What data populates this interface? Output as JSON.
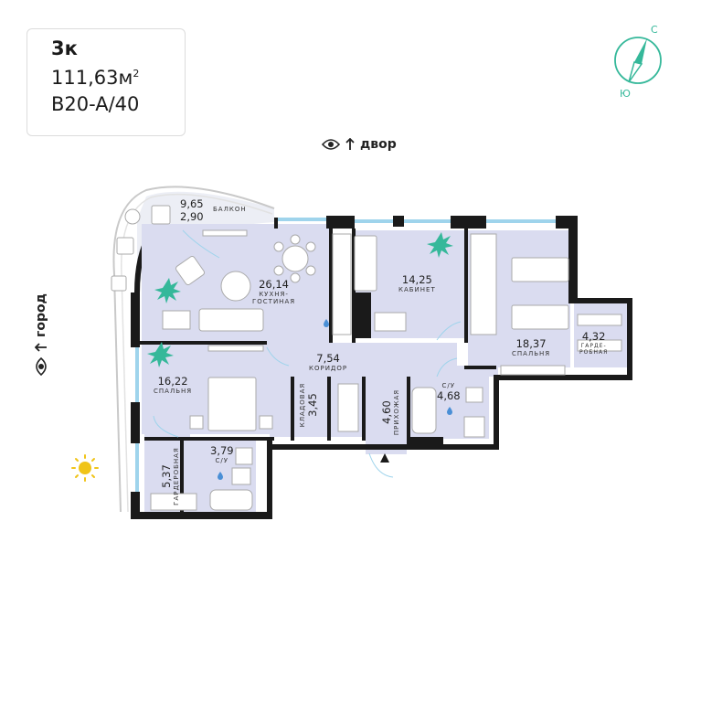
{
  "header": {
    "rooms": "3к",
    "area": "111,63м",
    "area_sup": "2",
    "code": "B20-A/40"
  },
  "views": {
    "top": "двор",
    "left": "город"
  },
  "compass": {
    "north": "С",
    "south": "Ю"
  },
  "rooms": {
    "balcony": {
      "area_a": "9,65",
      "area_b": "2,90",
      "name": "БАЛКОН"
    },
    "kitchen": {
      "area": "26,14",
      "name_1": "КУХНЯ-",
      "name_2": "ГОСТИНАЯ"
    },
    "study": {
      "area": "14,25",
      "name": "КАБИНЕТ"
    },
    "bedroom_right": {
      "area": "18,37",
      "name": "СПАЛЬНЯ"
    },
    "wardrobe_right": {
      "area": "4,32",
      "name_1": "ГАРДЕ-",
      "name_2": "РОБНАЯ"
    },
    "corridor": {
      "area": "7,54",
      "name": "КОРИДОР"
    },
    "bedroom_left": {
      "area": "16,22",
      "name": "СПАЛЬНЯ"
    },
    "pantry": {
      "area": "3,45",
      "name": "КЛАДОВАЯ"
    },
    "hall": {
      "area": "4,60",
      "name": "ПРИХОЖАЯ"
    },
    "bath_right": {
      "area": "4,68",
      "name": "С/У"
    },
    "bath_left": {
      "area": "3,79",
      "name": "С/У"
    },
    "wardrobe_left": {
      "area": "5,37",
      "name": "ГАРДЕРОБНАЯ"
    }
  },
  "colors": {
    "room_fill": "#dadcf0",
    "wall": "#1a1a1a",
    "window": "#9fd4ec",
    "accent": "#35b89a",
    "sun": "#f0c419",
    "furniture": "#ffffff"
  }
}
